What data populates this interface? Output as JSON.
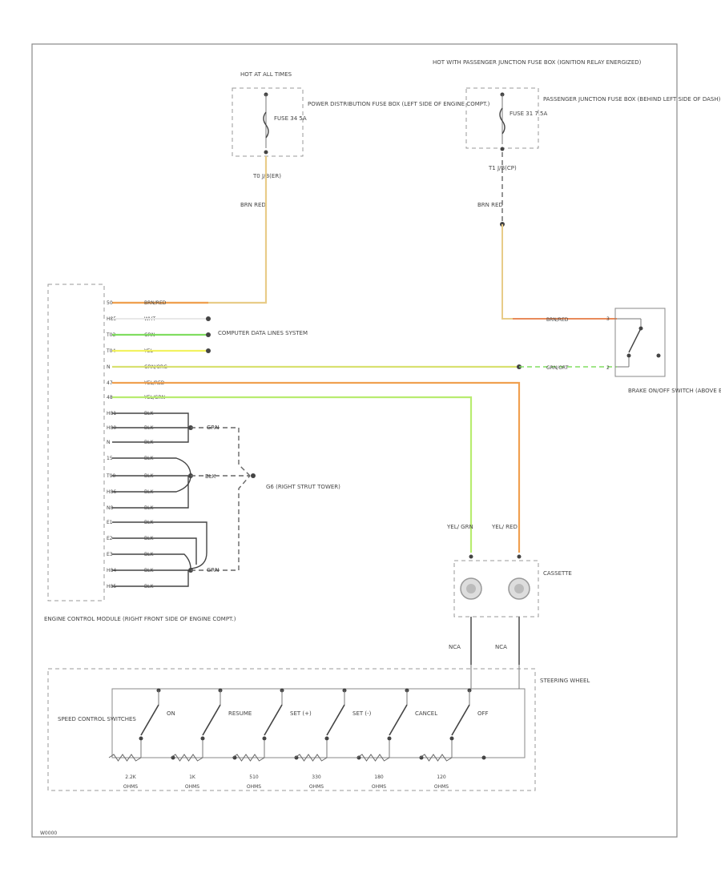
{
  "colors": {
    "orange": "#f0a050",
    "orange_red": "#e88a5a",
    "tan": "#e8cc88",
    "yellow_green": "#d8e070",
    "green": "#80dd60",
    "lime": "#b8ec70",
    "yellow": "#f2f260",
    "white_wire": "#e8e8e8",
    "black": "#444444",
    "gray": "#999999"
  },
  "fuse_left": {
    "header": "HOT AT ALL TIMES",
    "fuse_label": "FUSE 34 5A",
    "location": "POWER DISTRIBUTION FUSE BOX (LEFT SIDE OF ENGINE COMPT.)",
    "connector": "T0 J/B(ER)",
    "wire_color": "BRN RED"
  },
  "fuse_right": {
    "header": "HOT WITH PASSENGER JUNCTION FUSE BOX (IGNITION RELAY ENERGIZED)",
    "fuse_label": "FUSE 31 7.5A",
    "location": "PASSENGER JUNCTION FUSE BOX (BEHIND LEFT SIDE OF DASH)",
    "connector": "T1 J/B(CP)",
    "wire_color": "BRN RED"
  },
  "ecm": {
    "label": "ENGINE CONTROL MODULE (RIGHT FRONT SIDE OF ENGINE COMPT.)",
    "pins": [
      {
        "num": "50",
        "wire": "BRN/RED"
      },
      {
        "num": "H85",
        "wire": "WHT"
      },
      {
        "num": "T03",
        "wire": "GRN"
      },
      {
        "num": "T04",
        "wire": "YEL"
      },
      {
        "num": "N",
        "wire": "GRN/ORG"
      },
      {
        "num": "47",
        "wire": "YEL/RED"
      },
      {
        "num": "48",
        "wire": "YEL/GRN"
      },
      {
        "num": "H81",
        "wire": "BLK"
      },
      {
        "num": "H80",
        "wire": "BLK"
      },
      {
        "num": "N",
        "wire": "BLK"
      },
      {
        "num": "15",
        "wire": "BLK"
      },
      {
        "num": "T90",
        "wire": "BLK"
      },
      {
        "num": "H86",
        "wire": "BLK"
      },
      {
        "num": "N8",
        "wire": "BLK"
      },
      {
        "num": "E1",
        "wire": "BLK"
      },
      {
        "num": "E2",
        "wire": "BLK"
      },
      {
        "num": "E3",
        "wire": "BLK"
      },
      {
        "num": "H84",
        "wire": "BLK"
      },
      {
        "num": "H85",
        "wire": "BLK"
      }
    ]
  },
  "data_lines": "COMPUTER DATA LINES SYSTEM",
  "ground": {
    "label": "G6 (RIGHT STRUT TOWER)",
    "wire_top": "GRN",
    "wire_mid": "BLK",
    "wire_bot": "GRN"
  },
  "brake_switch": {
    "label": "BRAKE ON/OFF SWITCH (ABOVE BRAKE PEDAL)",
    "wire_top": "BRN/RED",
    "wire_bot": "GRN/ORT",
    "pin_top": "3",
    "pin_bot": "2"
  },
  "cassette": {
    "label": "CASSETTE",
    "left_wire": "YEL/ GRN",
    "right_wire": "YEL/ RED",
    "left_lower": "NCA",
    "right_lower": "NCA"
  },
  "steering_wheel": {
    "label": "STEERING WHEEL",
    "switch_group": "SPEED CONTROL SWITCHES",
    "switches": [
      "ON",
      "RESUME",
      "SET (+)",
      "SET (-)",
      "CANCEL",
      "OFF"
    ],
    "resistors": [
      {
        "value": "2.2K",
        "unit": "OHMS"
      },
      {
        "value": "1K",
        "unit": "OHMS"
      },
      {
        "value": "510",
        "unit": "OHMS"
      },
      {
        "value": "330",
        "unit": "OHMS"
      },
      {
        "value": "180",
        "unit": "OHMS"
      },
      {
        "value": "120",
        "unit": "OHMS"
      }
    ]
  },
  "footer_code": "W0000"
}
